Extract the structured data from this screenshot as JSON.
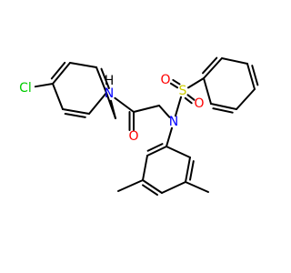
{
  "colors": {
    "bond": "#000000",
    "carbon": "#000000",
    "nitrogen": "#0000ff",
    "oxygen": "#ff0000",
    "sulfur": "#cccc00",
    "chlorine": "#00cc00",
    "hydrogen": "#000000"
  },
  "atoms": [
    {
      "id": "Cl",
      "label": "Cl",
      "element": "chlorine"
    },
    {
      "id": "NH",
      "label": "N",
      "element": "nitrogen"
    },
    {
      "id": "NH_H",
      "label": "H",
      "element": "hydrogen"
    },
    {
      "id": "O_amide",
      "label": "O",
      "element": "oxygen"
    },
    {
      "id": "N_sulf",
      "label": "N",
      "element": "nitrogen"
    },
    {
      "id": "S",
      "label": "S",
      "element": "sulfur"
    },
    {
      "id": "O_s1",
      "label": "O",
      "element": "oxygen"
    },
    {
      "id": "O_s2",
      "label": "O",
      "element": "oxygen"
    }
  ]
}
